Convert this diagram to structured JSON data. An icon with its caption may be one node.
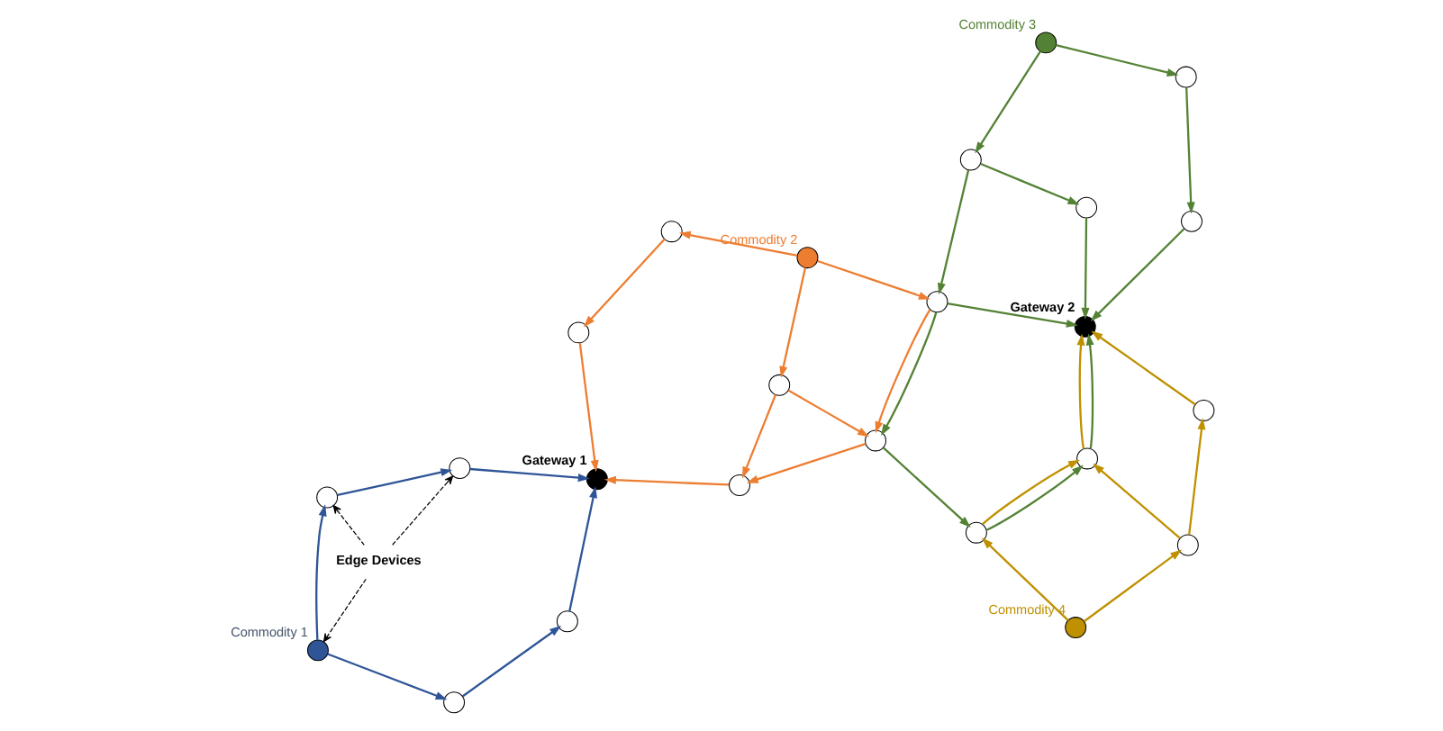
{
  "diagram": {
    "nodes": [
      {
        "text": [],
        "shape": "circle",
        "beside": [
          "Commodity 1"
        ]
      },
      {
        "text": [],
        "shape": "circle"
      },
      {
        "text": [
          "Edge Devices"
        ]
      },
      {
        "text": [],
        "shape": "circle"
      },
      {
        "text": [],
        "shape": "circle"
      },
      {
        "text": [],
        "shape": "circle"
      },
      {
        "text": [],
        "shape": "circle",
        "beside": [
          "Gateway 1"
        ]
      },
      {
        "text": [],
        "shape": "circle",
        "beside": [
          "Commodity 4"
        ]
      },
      {
        "text": [],
        "shape": "circle"
      },
      {
        "text": [],
        "shape": "circle"
      },
      {
        "text": [],
        "shape": "circle"
      },
      {
        "text": [],
        "shape": "circle"
      },
      {
        "text": [],
        "shape": "circle",
        "beside": [
          "Gateway 2"
        ]
      },
      {
        "text": [],
        "shape": "circle"
      },
      {
        "text": [],
        "shape": "circle"
      },
      {
        "text": [],
        "shape": "circle"
      },
      {
        "text": [],
        "shape": "circle"
      },
      {
        "text": [],
        "shape": "circle"
      },
      {
        "text": [],
        "shape": "circle"
      },
      {
        "text": [],
        "shape": "circle"
      },
      {
        "text": [],
        "shape": "circle"
      },
      {
        "text": [],
        "shape": "circle"
      },
      {
        "text": [],
        "shape": "circle"
      },
      {
        "text": [],
        "shape": "circle",
        "beside": [
          "Commodity 2"
        ]
      },
      {
        "text": [],
        "shape": "circle",
        "beside": [
          "Commodity 3"
        ]
      }
    ],
    "edges": [
      {
        "from": 0,
        "to": 1,
        "arrow": "to",
        "color": "#2f5597"
      },
      {
        "from": 0,
        "to": 3,
        "arrow": "to",
        "color": "#2f5597"
      },
      {
        "from": 1,
        "to": 4,
        "arrow": "to",
        "color": "#2f5597"
      },
      {
        "from": 3,
        "to": 5,
        "arrow": "to",
        "color": "#2f5597"
      },
      {
        "from": 4,
        "to": 6,
        "arrow": "to",
        "color": "#2f5597"
      },
      {
        "from": 5,
        "to": 6,
        "arrow": "to",
        "color": "#2f5597"
      },
      {
        "from": 2,
        "to": 0,
        "arrow": "to",
        "style": "dashed",
        "color": "#000000"
      },
      {
        "from": 2,
        "to": 3,
        "arrow": "to",
        "style": "dashed",
        "color": "#000000"
      },
      {
        "from": 2,
        "to": 5,
        "arrow": "to",
        "style": "dashed",
        "color": "#000000"
      },
      {
        "from": 7,
        "to": 8,
        "arrow": "to",
        "color": "#bf9000"
      },
      {
        "from": 7,
        "to": 9,
        "arrow": "to",
        "color": "#bf9000"
      },
      {
        "from": 8,
        "to": 10,
        "arrow": "to",
        "color": "#bf9000"
      },
      {
        "from": 8,
        "to": 11,
        "arrow": "to",
        "color": "#bf9000"
      },
      {
        "from": 9,
        "to": 10,
        "arrow": "to",
        "color": "#bf9000"
      },
      {
        "from": 10,
        "to": 12,
        "arrow": "to",
        "color": "#bf9000"
      },
      {
        "from": 11,
        "to": 12,
        "arrow": "to",
        "color": "#bf9000"
      },
      {
        "from": 9,
        "to": 10,
        "arrow": "to",
        "color": "#548235"
      },
      {
        "from": 10,
        "to": 12,
        "arrow": "to",
        "color": "#548235"
      },
      {
        "from": 13,
        "to": 9,
        "arrow": "to",
        "color": "#548235"
      },
      {
        "from": 16,
        "to": 13,
        "arrow": "to",
        "color": "#548235"
      },
      {
        "from": 16,
        "to": 12,
        "arrow": "to",
        "color": "#548235"
      },
      {
        "from": 17,
        "to": 12,
        "arrow": "to",
        "color": "#548235"
      },
      {
        "from": 15,
        "to": 12,
        "arrow": "to",
        "color": "#548235"
      },
      {
        "from": 22,
        "to": 16,
        "arrow": "to",
        "color": "#548235"
      },
      {
        "from": 22,
        "to": 17,
        "arrow": "to",
        "color": "#548235"
      },
      {
        "from": 24,
        "to": 22,
        "arrow": "to",
        "color": "#548235"
      },
      {
        "from": 24,
        "to": 18,
        "arrow": "to",
        "color": "#548235"
      },
      {
        "from": 18,
        "to": 15,
        "arrow": "to",
        "color": "#548235"
      },
      {
        "from": 13,
        "to": 14,
        "arrow": "to",
        "color": "#ed7d31"
      },
      {
        "from": 14,
        "to": 6,
        "arrow": "to",
        "color": "#ed7d31"
      },
      {
        "from": 19,
        "to": 6,
        "arrow": "to",
        "color": "#ed7d31"
      },
      {
        "from": 21,
        "to": 19,
        "arrow": "to",
        "color": "#ed7d31"
      },
      {
        "from": 23,
        "to": 21,
        "arrow": "to",
        "color": "#ed7d31"
      },
      {
        "from": 23,
        "to": 20,
        "arrow": "to",
        "color": "#ed7d31"
      },
      {
        "from": 20,
        "to": 14,
        "arrow": "to",
        "color": "#ed7d31"
      },
      {
        "from": 20,
        "to": 13,
        "arrow": "to",
        "color": "#ed7d31"
      },
      {
        "from": 23,
        "to": 16,
        "arrow": "to",
        "color": "#ed7d31"
      },
      {
        "from": 16,
        "to": 13,
        "arrow": "to",
        "color": "#ed7d31"
      }
    ]
  }
}
